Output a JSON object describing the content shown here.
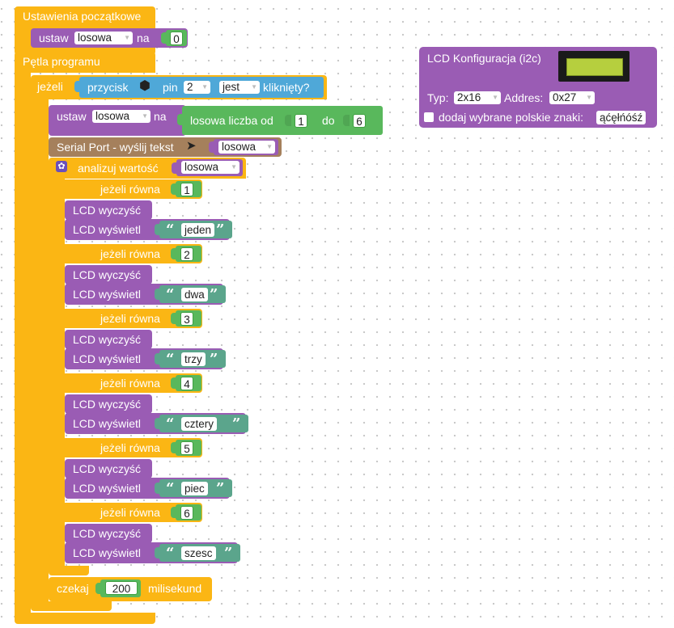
{
  "setup": {
    "title": "Ustawienia początkowe",
    "set_label": "ustaw",
    "var": "losowa",
    "to_label": "na",
    "value": "0"
  },
  "loop": {
    "title": "Pętla programu",
    "if_label": "jeżeli",
    "button": {
      "label": "przycisk",
      "pin_label": "pin",
      "pin": "2",
      "state": "jest",
      "action": "kliknięty?"
    },
    "set_label": "ustaw",
    "var": "losowa",
    "to_label": "na",
    "random": {
      "label": "losowa liczba od",
      "from": "1",
      "to_label": "do",
      "to": "6"
    },
    "serial": {
      "label": "Serial Port - wyślij tekst",
      "var": "losowa"
    },
    "switch": {
      "label": "analizuj wartość",
      "var": "losowa"
    },
    "case_label": "jeżeli równa",
    "clear_label": "LCD wyczyść",
    "print_label": "LCD wyświetl",
    "cases": [
      {
        "value": "1",
        "text": "jeden"
      },
      {
        "value": "2",
        "text": "dwa"
      },
      {
        "value": "3",
        "text": "trzy"
      },
      {
        "value": "4",
        "text": "cztery"
      },
      {
        "value": "5",
        "text": "piec"
      },
      {
        "value": "6",
        "text": "szesc"
      }
    ],
    "wait": {
      "label": "czekaj",
      "value": "200",
      "unit": "milisekund"
    }
  },
  "lcd_config": {
    "title": "LCD Konfiguracja (i2c)",
    "type_label": "Typ:",
    "type": "2x16",
    "addr_label": "Addres:",
    "addr": "0x27",
    "polish_label": "dodaj wybrane polskie znaki:",
    "polish_chars": "ąćęłńóśź"
  },
  "colors": {
    "control": "#fbb614",
    "variable": "#9a5cb4",
    "math": "#59b85c",
    "input": "#4fa8d8",
    "serial": "#a5805c",
    "text": "#5ba58c"
  }
}
